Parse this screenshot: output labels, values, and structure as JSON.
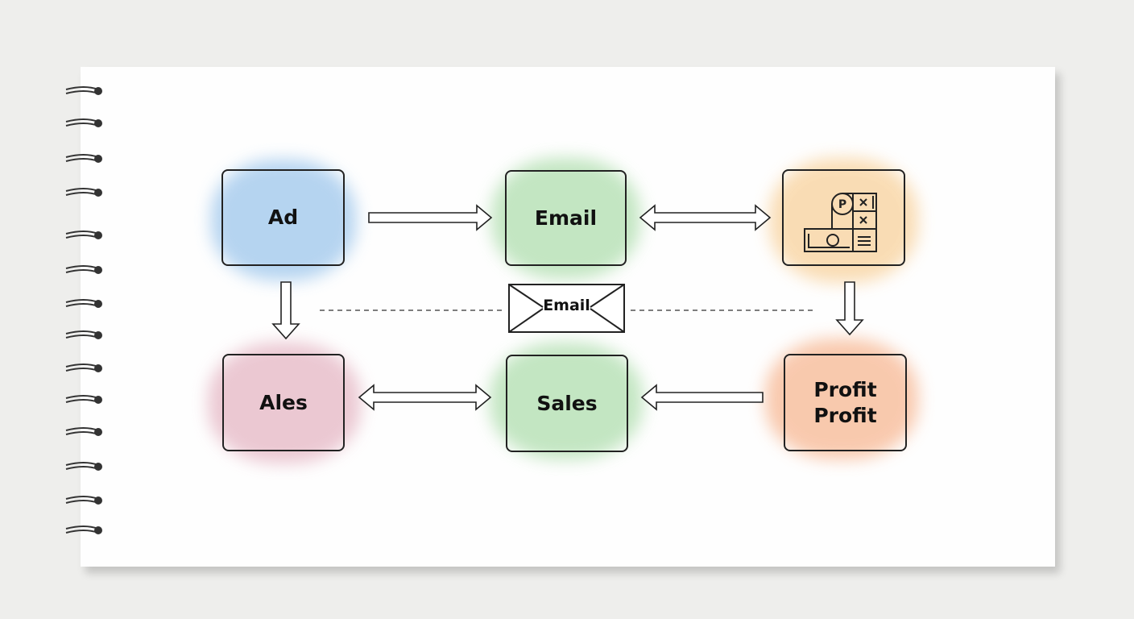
{
  "nodes": {
    "ad": {
      "label": "Ad",
      "color": "#a9cdee"
    },
    "email": {
      "label": "Email",
      "color": "#b9e2b8"
    },
    "icon_node": {
      "icon": "payment-dashboard-icon",
      "color": "#f9d7a8"
    },
    "ales": {
      "label": "Ales",
      "color": "#e8bfcb"
    },
    "sales": {
      "label": "Sales",
      "color": "#b9e2b8"
    },
    "profit": {
      "label_line1": "Profit",
      "label_line2": "Profit",
      "color": "#f8c0a0"
    }
  },
  "envelope": {
    "label": "Email",
    "icon": "envelope-icon"
  }
}
